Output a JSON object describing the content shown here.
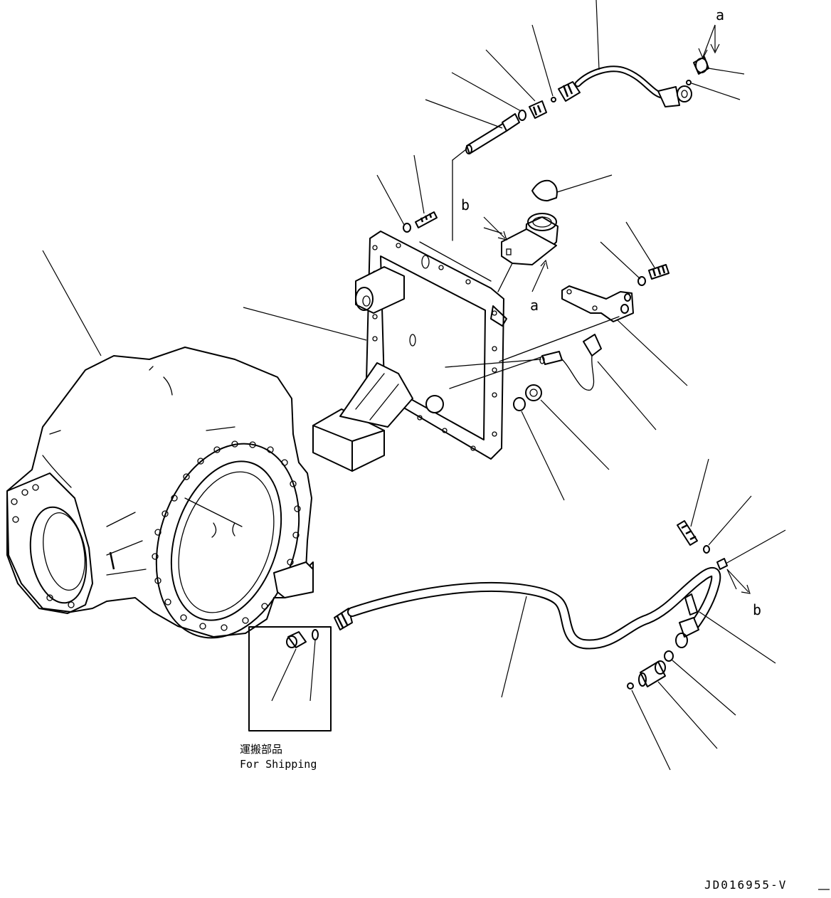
{
  "callouts": {
    "a_top": "a",
    "a_mid": "a",
    "b_top": "b",
    "b_bottom": "b"
  },
  "shipping_box": {
    "label_jp": "運搬部品",
    "label_en": "For Shipping"
  },
  "drawing_code": "JD016955-V",
  "colors": {
    "ink": "#000000",
    "paper": "#ffffff"
  }
}
